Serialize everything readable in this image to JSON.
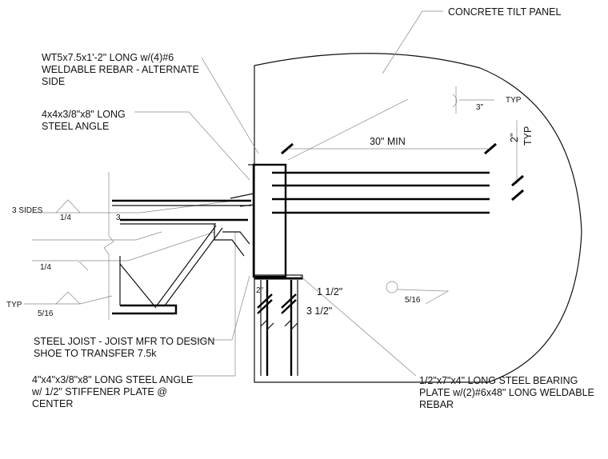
{
  "labels": {
    "panel": "CONCRETE TILT PANEL",
    "wt_line1": "WT5x7.5x1'-2\" LONG w/(4)#6",
    "wt_line2": "WELDABLE REBAR - ALTERNATE",
    "wt_line3": "SIDE",
    "angle_line1": "4x4x3/8\"x8\" LONG",
    "angle_line2": "STEEL ANGLE",
    "joist_line1": "STEEL JOIST - JOIST MFR TO DESIGN",
    "joist_line2": "SHOE TO TRANSFER 7.5k",
    "angle2_line1": "4\"x4\"x3/8\"x8\" LONG STEEL ANGLE",
    "angle2_line2": "w/ 1/2\" STIFFENER PLATE @",
    "angle2_line3": "CENTER",
    "plate_line1": "1/2\"x7\"x4\" LONG STEEL BEARING",
    "plate_line2": "PLATE w/(2)#6x48\" LONG WELDABLE",
    "plate_line3": "REBAR"
  },
  "dimensions": {
    "min_embed": "30\" MIN",
    "spacing": "2\"",
    "spacing_typ": "TYP",
    "cover": "3\"",
    "cover_typ": "TYP",
    "edge": "2\"",
    "dim_a": "1 1/2\"",
    "dim_b": "3 1/2\""
  },
  "welds": {
    "sides": "3 SIDES",
    "w1": "1/4",
    "w1_len": "3",
    "w2": "1/4",
    "typ": "TYP",
    "w3": "5/16",
    "w4": "5/16"
  }
}
